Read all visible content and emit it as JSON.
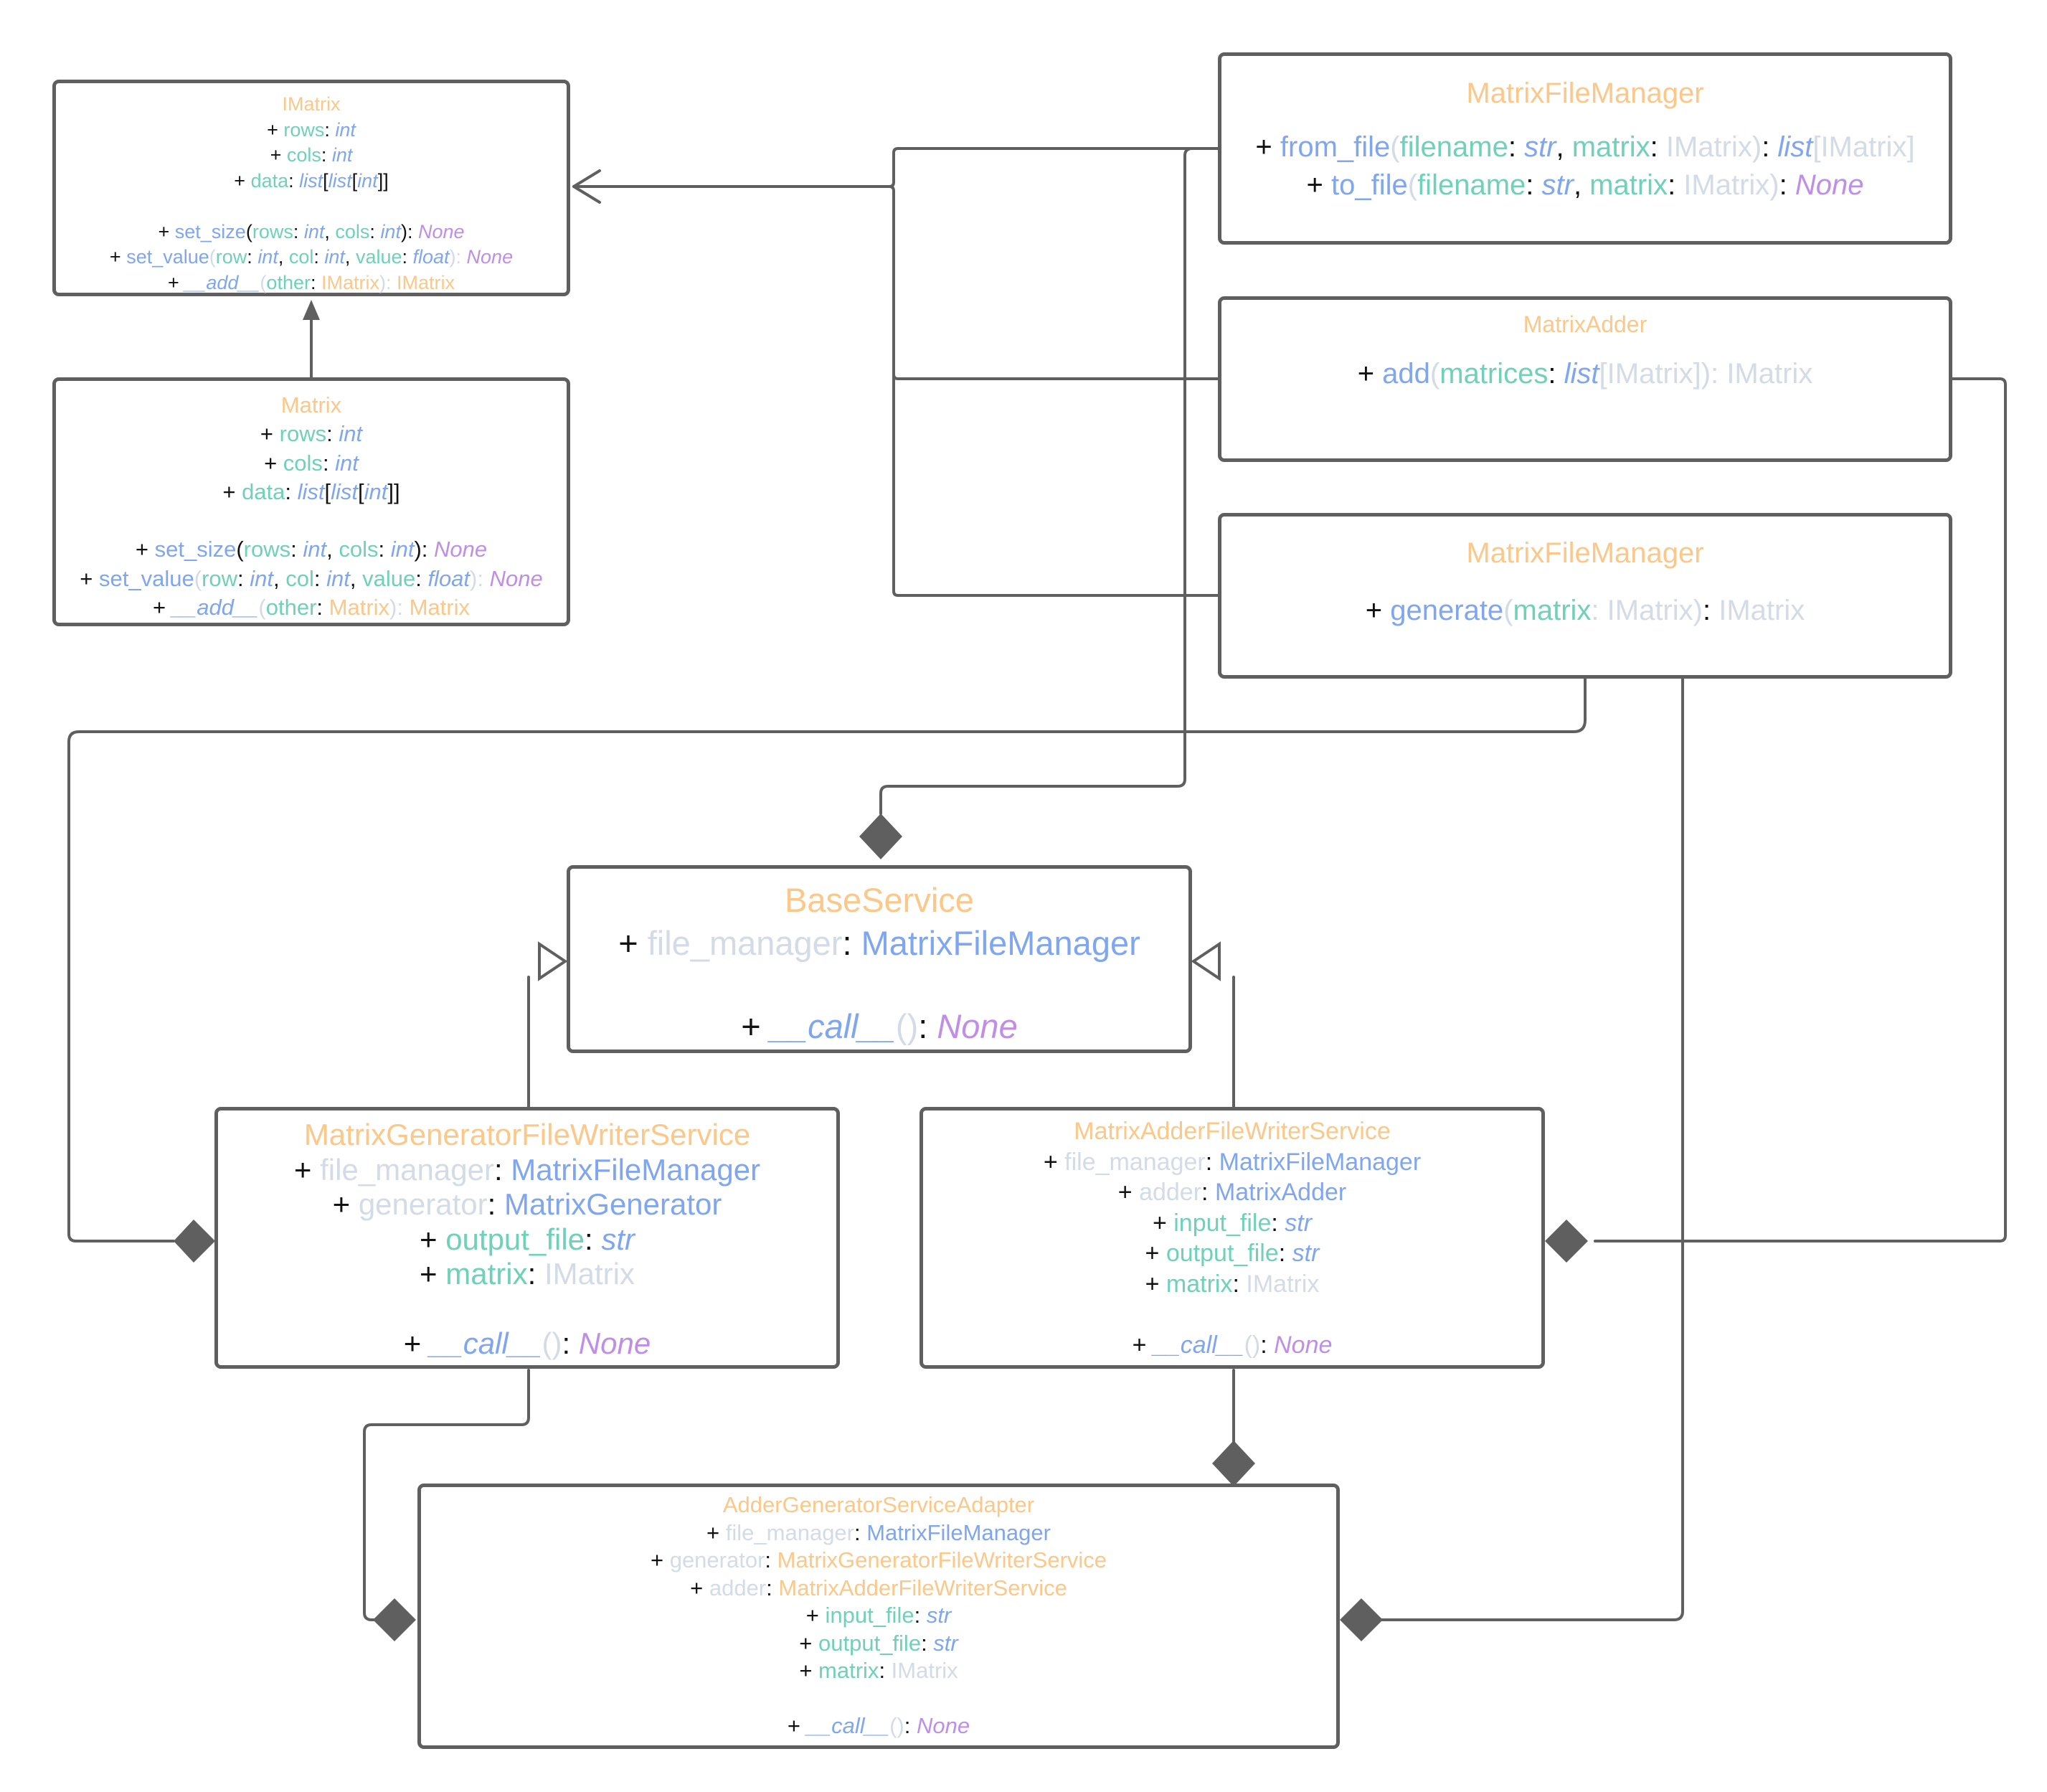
{
  "colors": {
    "border": "#5f5f5f",
    "title": "#fbc889",
    "attribute": "#6fd1b8",
    "method": "#7fa6ef",
    "none_type": "#bf8ee6",
    "faded": "#d3dbe6",
    "connector": "#5f5f5f"
  },
  "imatrix": {
    "title": "IMatrix",
    "rows": "rows",
    "int": "int",
    "cols": "cols",
    "data": "data",
    "list": "list",
    "set_size": "set_size",
    "set_value": "set_value",
    "add": "__add__",
    "row": "row",
    "col": "col",
    "value": "value",
    "float": "float",
    "other": "other",
    "none": "None",
    "IMatrix": "IMatrix"
  },
  "matrix": {
    "title": "Matrix",
    "rows": "rows",
    "int": "int",
    "cols": "cols",
    "data": "data",
    "list": "list",
    "set_size": "set_size",
    "set_value": "set_value",
    "add": "__add__",
    "row": "row",
    "col": "col",
    "value": "value",
    "float": "float",
    "other": "other",
    "none": "None",
    "Matrix": "Matrix"
  },
  "file_manager_top": {
    "title": "MatrixFileManager",
    "from_file": "from_file",
    "to_file": "to_file",
    "filename": "filename",
    "str": "str",
    "matrix": "matrix",
    "IMatrix": "IMatrix",
    "list": "list",
    "none": "None"
  },
  "adder": {
    "title": "MatrixAdder",
    "add": "add",
    "matrices": "matrices",
    "list": "list",
    "IMatrix": "IMatrix"
  },
  "file_manager_gen": {
    "title": "MatrixFileManager",
    "generate": "generate",
    "matrix": "matrix",
    "IMatrix": "IMatrix"
  },
  "base_service": {
    "title": "BaseService",
    "file_manager": "file_manager",
    "MatrixFileManager": "MatrixFileManager",
    "call": "__call__",
    "none": "None"
  },
  "gen_writer": {
    "title": "MatrixGeneratorFileWriterService",
    "file_manager": "file_manager",
    "MatrixFileManager": "MatrixFileManager",
    "generator": "generator",
    "MatrixGenerator": "MatrixGenerator",
    "output_file": "output_file",
    "str": "str",
    "matrix": "matrix",
    "IMatrix": "IMatrix",
    "call": "__call__",
    "none": "None"
  },
  "adder_writer": {
    "title": "MatrixAdderFileWriterService",
    "file_manager": "file_manager",
    "MatrixFileManager": "MatrixFileManager",
    "adder": "adder",
    "MatrixAdder": "MatrixAdder",
    "input_file": "input_file",
    "output_file": "output_file",
    "str": "str",
    "matrix": "matrix",
    "IMatrix": "IMatrix",
    "call": "__call__",
    "none": "None"
  },
  "adapter": {
    "title": "AdderGeneratorServiceAdapter",
    "file_manager": "file_manager",
    "MatrixFileManager": "MatrixFileManager",
    "generator": "generator",
    "MatrixGeneratorFileWriterService": "MatrixGeneratorFileWriterService",
    "adder": "adder",
    "MatrixAdderFileWriterService": "MatrixAdderFileWriterService",
    "input_file": "input_file",
    "output_file": "output_file",
    "str": "str",
    "matrix": "matrix",
    "IMatrix": "IMatrix",
    "call": "__call__",
    "none": "None"
  },
  "sym": {
    "plus": "+",
    "colon": ": ",
    "comma": ", ",
    "lbr": "[",
    "rbr": "]",
    "lpar": "(",
    "rpar": ")",
    "rbr2": "]]",
    "rpar_colon": "): ",
    "close_colon": "]): ",
    "rbr_rpar": "): "
  }
}
